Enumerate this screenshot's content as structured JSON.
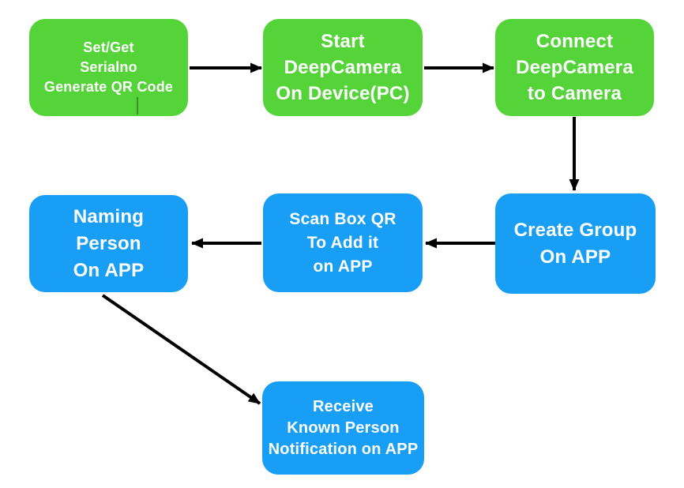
{
  "diagram": {
    "type": "flowchart",
    "colors": {
      "green": "#55d43a",
      "blue": "#189ff5",
      "arrow": "#000000",
      "text": "#ffffff",
      "background": "#ffffff"
    },
    "nodes": {
      "serialno": {
        "lines": [
          "Set/Get",
          "Serialno",
          "Generate QR Code"
        ],
        "color": "green"
      },
      "start_deepcamera": {
        "lines": [
          "Start",
          "DeepCamera",
          "On Device(PC)"
        ],
        "color": "green"
      },
      "connect_deepcamera": {
        "lines": [
          "Connect",
          "DeepCamera",
          "to Camera"
        ],
        "color": "green"
      },
      "create_group": {
        "lines": [
          "Create Group",
          "On APP"
        ],
        "color": "blue"
      },
      "scan_box_qr": {
        "lines": [
          "Scan Box QR",
          "To Add it",
          "on APP"
        ],
        "color": "blue"
      },
      "naming_person": {
        "lines": [
          "Naming",
          "Person",
          "On APP"
        ],
        "color": "blue"
      },
      "receive_notification": {
        "lines": [
          "Receive",
          "Known Person",
          "Notification on APP"
        ],
        "color": "blue"
      }
    },
    "edges": [
      {
        "from": "serialno",
        "to": "start_deepcamera"
      },
      {
        "from": "start_deepcamera",
        "to": "connect_deepcamera"
      },
      {
        "from": "connect_deepcamera",
        "to": "create_group"
      },
      {
        "from": "create_group",
        "to": "scan_box_qr"
      },
      {
        "from": "scan_box_qr",
        "to": "naming_person"
      },
      {
        "from": "naming_person",
        "to": "receive_notification"
      }
    ]
  }
}
